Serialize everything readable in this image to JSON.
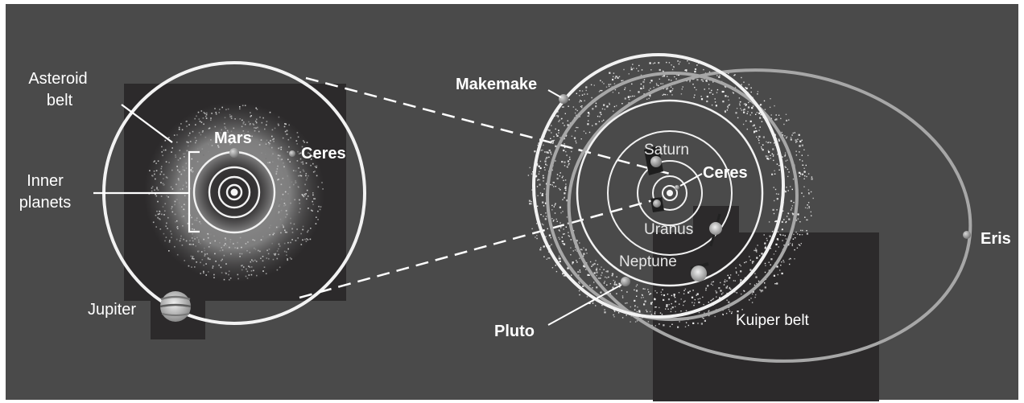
{
  "colors": {
    "background": "#4a4a4a",
    "panel": "#2c2a2b",
    "orbit": "#f2f2f2",
    "tilted_orbit": "#a7a7a7",
    "label": "#ffffff",
    "belt_dots": "#ffffff"
  },
  "inner_view": {
    "labels": {
      "asteroid_belt": [
        "Asteroid",
        "belt"
      ],
      "inner_planets": [
        "Inner",
        "planets"
      ],
      "mars": "Mars",
      "ceres": "Ceres",
      "jupiter": "Jupiter"
    }
  },
  "outer_view": {
    "labels": {
      "makemake": "Makemake",
      "saturn": "Saturn",
      "ceres": "Ceres",
      "uranus": "Uranus",
      "neptune": "Neptune",
      "pluto": "Pluto",
      "kuiper_belt": "Kuiper belt",
      "eris": "Eris"
    }
  }
}
